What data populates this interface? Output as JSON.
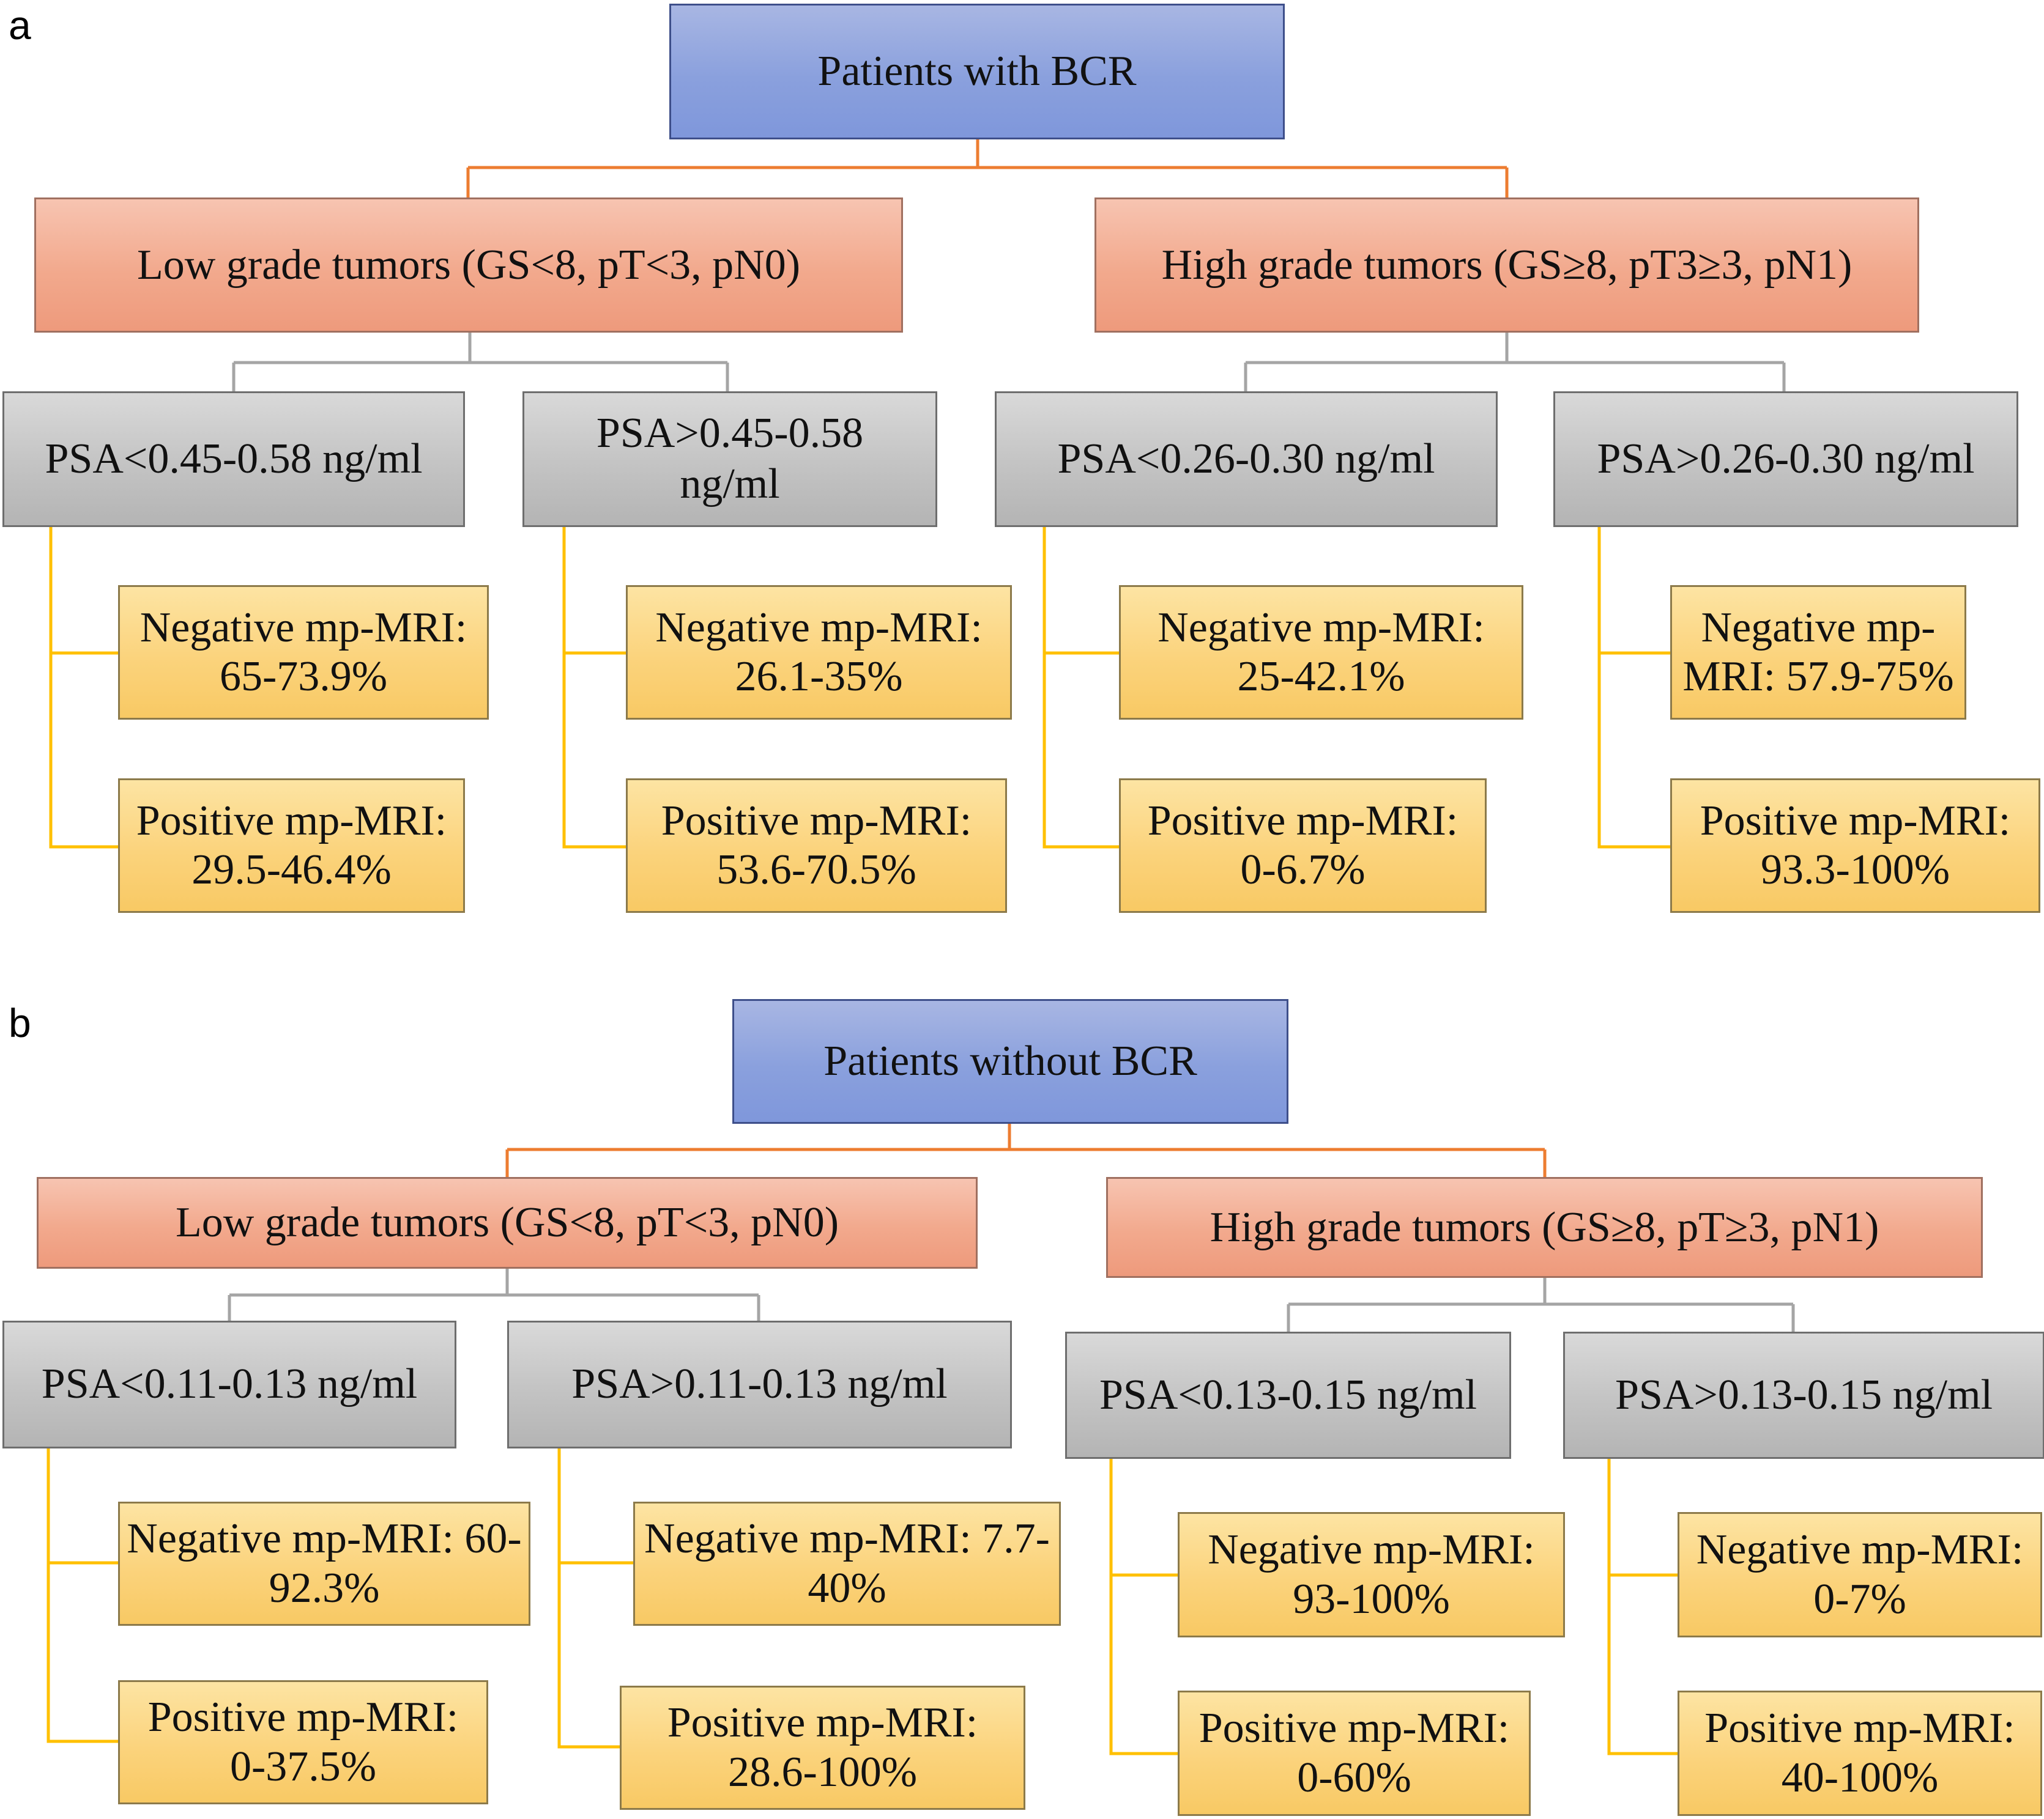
{
  "panels": [
    {
      "label": "a",
      "root": "Patients with BCR",
      "groups": [
        {
          "title": "Low grade tumors (GS<8, pT<3, pN0)",
          "psa": [
            {
              "label": "PSA<0.45-0.58 ng/ml",
              "negative": "Negative mp-MRI: 65-73.9%",
              "positive": "Positive mp-MRI: 29.5-46.4%"
            },
            {
              "label": "PSA>0.45-0.58 ng/ml",
              "negative": "Negative mp-MRI: 26.1-35%",
              "positive": "Positive mp-MRI: 53.6-70.5%"
            }
          ]
        },
        {
          "title": "High grade tumors (GS≥8, pT3≥3, pN1)",
          "psa": [
            {
              "label": "PSA<0.26-0.30 ng/ml",
              "negative": "Negative mp-MRI: 25-42.1%",
              "positive": "Positive mp-MRI: 0-6.7%"
            },
            {
              "label": "PSA>0.26-0.30 ng/ml",
              "negative": "Negative mp-MRI: 57.9-75%",
              "positive": "Positive mp-MRI: 93.3-100%"
            }
          ]
        }
      ]
    },
    {
      "label": "b",
      "root": "Patients without BCR",
      "groups": [
        {
          "title": "Low grade tumors (GS<8, pT<3, pN0)",
          "psa": [
            {
              "label": "PSA<0.11-0.13 ng/ml",
              "negative": "Negative mp-MRI: 60-92.3%",
              "positive": "Positive mp-MRI: 0-37.5%"
            },
            {
              "label": "PSA>0.11-0.13 ng/ml",
              "negative": "Negative mp-MRI: 7.7-40%",
              "positive": "Positive mp-MRI: 28.6-100%"
            }
          ]
        },
        {
          "title": "High grade tumors (GS≥8, pT≥3, pN1)",
          "psa": [
            {
              "label": "PSA<0.13-0.15 ng/ml",
              "negative": "Negative mp-MRI: 93-100%",
              "positive": "Positive mp-MRI: 0-60%"
            },
            {
              "label": "PSA>0.13-0.15 ng/ml",
              "negative": "Negative mp-MRI: 0-7%",
              "positive": "Positive mp-MRI: 40-100%"
            }
          ]
        }
      ]
    }
  ],
  "colors": {
    "root_fill": "#8aa0dd",
    "grade_fill": "#f2a98d",
    "psa_fill": "#c3c3c3",
    "mri_fill": "#fbd37c",
    "root_connector": "#ed7d31",
    "grade_connector": "#a5a5a5",
    "psa_connector": "#ffc000"
  }
}
